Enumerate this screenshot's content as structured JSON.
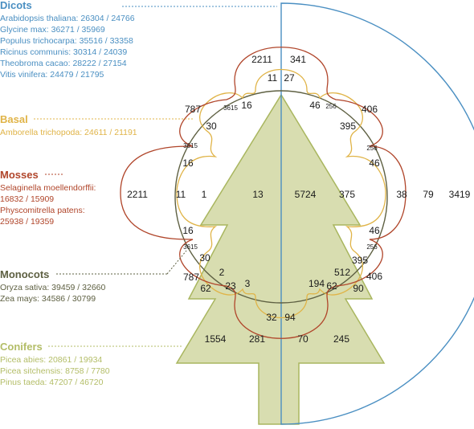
{
  "colors": {
    "dicots": "#4a8fc2",
    "basal": "#e0b448",
    "mosses": "#b0452a",
    "monocots": "#5e6042",
    "conifers": "#b3bd67",
    "tree_fill": "#d8ddb0",
    "tree_stroke": "#a9b65f"
  },
  "legend": {
    "dicots": {
      "title": "Dicots",
      "lines": [
        "Arabidopsis thaliana: 26304 / 24766",
        "Glycine max: 36271 / 35969",
        "Populus trichocarpa: 35516 / 33358",
        "Ricinus communis: 30314 / 24039",
        "Theobroma cacao: 28222 / 27154",
        "Vitis vinifera: 24479 / 21795"
      ]
    },
    "basal": {
      "title": "Basal",
      "lines": [
        "Amborella trichopoda: 24611 / 21191"
      ]
    },
    "mosses": {
      "title": "Mosses",
      "lines": [
        "Selaginella moellendorffii:",
        "16832 / 15909",
        "Physcomitrella patens:",
        "25938 / 19359"
      ]
    },
    "monocots": {
      "title": "Monocots",
      "lines": [
        "Oryza sativa: 39459 / 32660",
        "Zea mays: 34586 / 30799"
      ]
    },
    "conifers": {
      "title": "Conifers",
      "lines": [
        "Picea abies: 20861 / 19934",
        "Picea sitchensis: 8758 / 7780",
        "Pinus taeda: 47207 / 46720"
      ]
    }
  },
  "regions": {
    "r2211_top": "2211",
    "r341": "341",
    "r11_top": "11",
    "r27": "27",
    "r787_top": "787",
    "r3615_top": "3615",
    "r16_top": "16",
    "r46_top": "46",
    "r256_top": "256",
    "r406_top": "406",
    "r30_top": "30",
    "r395_top": "395",
    "r3615_left": "3615",
    "r256_right": "256",
    "r16_left_up": "16",
    "r46_right_up": "46",
    "r2211_left": "2211",
    "r11_left": "11",
    "r1": "1",
    "r13": "13",
    "r5724": "5724",
    "r375": "375",
    "r38": "38",
    "r79": "79",
    "r3419": "3419",
    "r16_left_low": "16",
    "r46_right_low": "46",
    "r3615_low": "3615",
    "r256_low": "256",
    "r30_low": "30",
    "r395_low": "395",
    "r787_low": "787",
    "r2": "2",
    "r512": "512",
    "r406_low": "406",
    "r62_left": "62",
    "r23": "23",
    "r3": "3",
    "r194": "194",
    "r62_right": "62",
    "r90": "90",
    "r32": "32",
    "r94": "94",
    "r1554": "1554",
    "r281": "281",
    "r70": "70",
    "r245": "245"
  }
}
